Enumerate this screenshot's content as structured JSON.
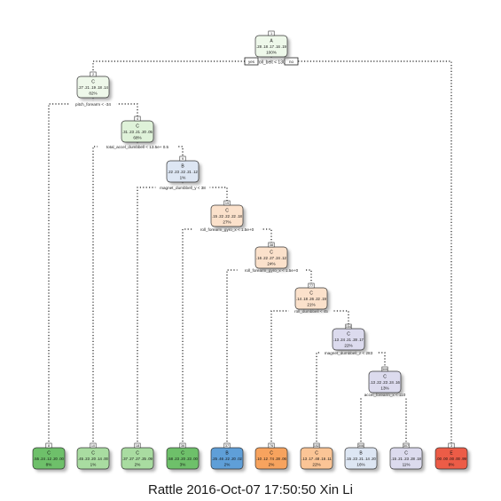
{
  "caption": "Rattle 2016-Oct-07 17:50:50 Xin Li",
  "colors": {
    "C_dark": "#6ec06a",
    "C_mid": "#a9dca1",
    "C_light": "#dff2d9",
    "C_pale": "#eef8ea",
    "B_light": "#dde6f3",
    "B_blue": "#5f9fd8",
    "D_light": "#fbe1cb",
    "D_mid": "#fbc596",
    "D_dark": "#f7a35e",
    "A_lavender": "#dcdbee",
    "E_red": "#ec5c47"
  },
  "nodes": [
    {
      "id": "n1",
      "num": "1",
      "cls": "A",
      "probs": ".28 .18 .17 .16 .19",
      "pct": "100%",
      "color": "C_pale"
    },
    {
      "id": "n2",
      "num": "2",
      "cls": "C",
      "probs": ".27 .21 .19 .18 .14",
      "pct": "82%",
      "color": "C_pale"
    },
    {
      "id": "n4",
      "num": "4",
      "cls": "C",
      "probs": ".31 .23 .21 .20 .05",
      "pct": "68%",
      "color": "C_light"
    },
    {
      "id": "n9",
      "num": "9",
      "cls": "B",
      "probs": ".22 .23 .22 .21 .12",
      "pct": "1%",
      "color": "B_light"
    },
    {
      "id": "n19",
      "num": "19",
      "cls": "C",
      "probs": ".15 .22 .22 .22 .18",
      "pct": "27%",
      "color": "D_light"
    },
    {
      "id": "n38",
      "num": "38",
      "cls": "C",
      "probs": ".16 .22 .27 .24 .12",
      "pct": "24%",
      "color": "D_light"
    },
    {
      "id": "n77",
      "num": "77",
      "cls": "C",
      "probs": ".14 .18 .26 .22 .19",
      "pct": "21%",
      "color": "D_light"
    },
    {
      "id": "n154",
      "num": "154",
      "cls": "C",
      "probs": ".13 .24 .21 .28 .17",
      "pct": "22%",
      "color": "A_lavender"
    },
    {
      "id": "n309",
      "num": "309",
      "cls": "C",
      "probs": ".13 .22 .23 .24 .16",
      "pct": "13%",
      "color": "A_lavender"
    },
    {
      "id": "leaf8",
      "num": "8",
      "cls": "C",
      "probs": ".55 .24 .12 .20 .00",
      "pct": "8%",
      "color": "C_dark"
    },
    {
      "id": "leaf10",
      "num": "10",
      "cls": "C",
      "probs": ".45 .23 .20 .14 .00",
      "pct": "1%",
      "color": "C_mid"
    },
    {
      "id": "leaf18",
      "num": "18",
      "cls": "C",
      "probs": ".37 .27 .27 .25 .09",
      "pct": "2%",
      "color": "C_mid"
    },
    {
      "id": "leaf36",
      "num": "36",
      "cls": "C",
      "probs": ".58 .23 .20 .23 .00",
      "pct": "3%",
      "color": "C_dark"
    },
    {
      "id": "leaf37",
      "num": "37",
      "cls": "B",
      "probs": ".25 .46 .22 .20 .02",
      "pct": "2%",
      "color": "B_blue"
    },
    {
      "id": "leaf76",
      "num": "76",
      "cls": "C",
      "probs": ".10 .12 .74 .28 .06",
      "pct": "2%",
      "color": "D_dark"
    },
    {
      "id": "leaf152",
      "num": "152",
      "cls": "C",
      "probs": ".13 .17 .48 .16 .11",
      "pct": "22%",
      "color": "D_mid"
    },
    {
      "id": "leaf306",
      "num": "306",
      "cls": "B",
      "probs": ".15 .23 .21 .14 .20",
      "pct": "16%",
      "color": "B_light"
    },
    {
      "id": "leaf307",
      "num": "307",
      "cls": "C",
      "probs": ".15 .21 .23 .28 .18",
      "pct": "11%",
      "color": "A_lavender"
    },
    {
      "id": "leaf3",
      "num": "3",
      "cls": "E",
      "probs": ".00 .00 .00 .00 .99",
      "pct": "8%",
      "color": "E_red"
    }
  ],
  "root_split": {
    "label": "roll_belt < 130",
    "yes": "yes",
    "no": "no"
  },
  "splits": [
    {
      "id": "s2",
      "label": "pitch_forearm < -34"
    },
    {
      "id": "s4",
      "label": "total_accel_dumbbell < 13.5e+ 0.5"
    },
    {
      "id": "s9",
      "label": "magnet_dumbbell_y < 38"
    },
    {
      "id": "s19",
      "label": "roll_forearm_gyro_x < 1.5e+0"
    },
    {
      "id": "s38",
      "label": "roll_forearm_gyro_x < 1.5e+0"
    },
    {
      "id": "s77",
      "label": "roll_dumbbell < 45"
    },
    {
      "id": "s154",
      "label": "magnet_dumbbell_z < 283"
    },
    {
      "id": "s309",
      "label": "accel_forearm_x < 110"
    }
  ]
}
